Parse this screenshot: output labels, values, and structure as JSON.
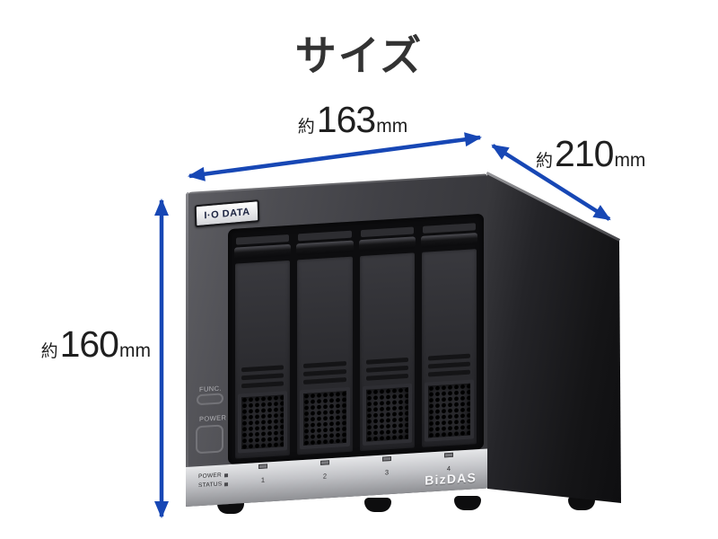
{
  "title": "サイズ",
  "dimensions": {
    "width": {
      "prefix": "約",
      "value": "163",
      "unit": "mm"
    },
    "depth": {
      "prefix": "約",
      "value": "210",
      "unit": "mm"
    },
    "height": {
      "prefix": "約",
      "value": "160",
      "unit": "mm"
    }
  },
  "colors": {
    "arrow_blue": "#1747b5",
    "title_text": "#333333",
    "dimension_text": "#1f1f1f"
  },
  "device": {
    "brand_logo": "I·O DATA",
    "product_logo": "BizDAS",
    "func_button_label": "FUNC.",
    "power_button_label": "POWER",
    "status_leds": [
      {
        "label": "POWER"
      },
      {
        "label": "STATUS"
      }
    ],
    "bay_numbers": [
      "1",
      "2",
      "3",
      "4"
    ]
  }
}
